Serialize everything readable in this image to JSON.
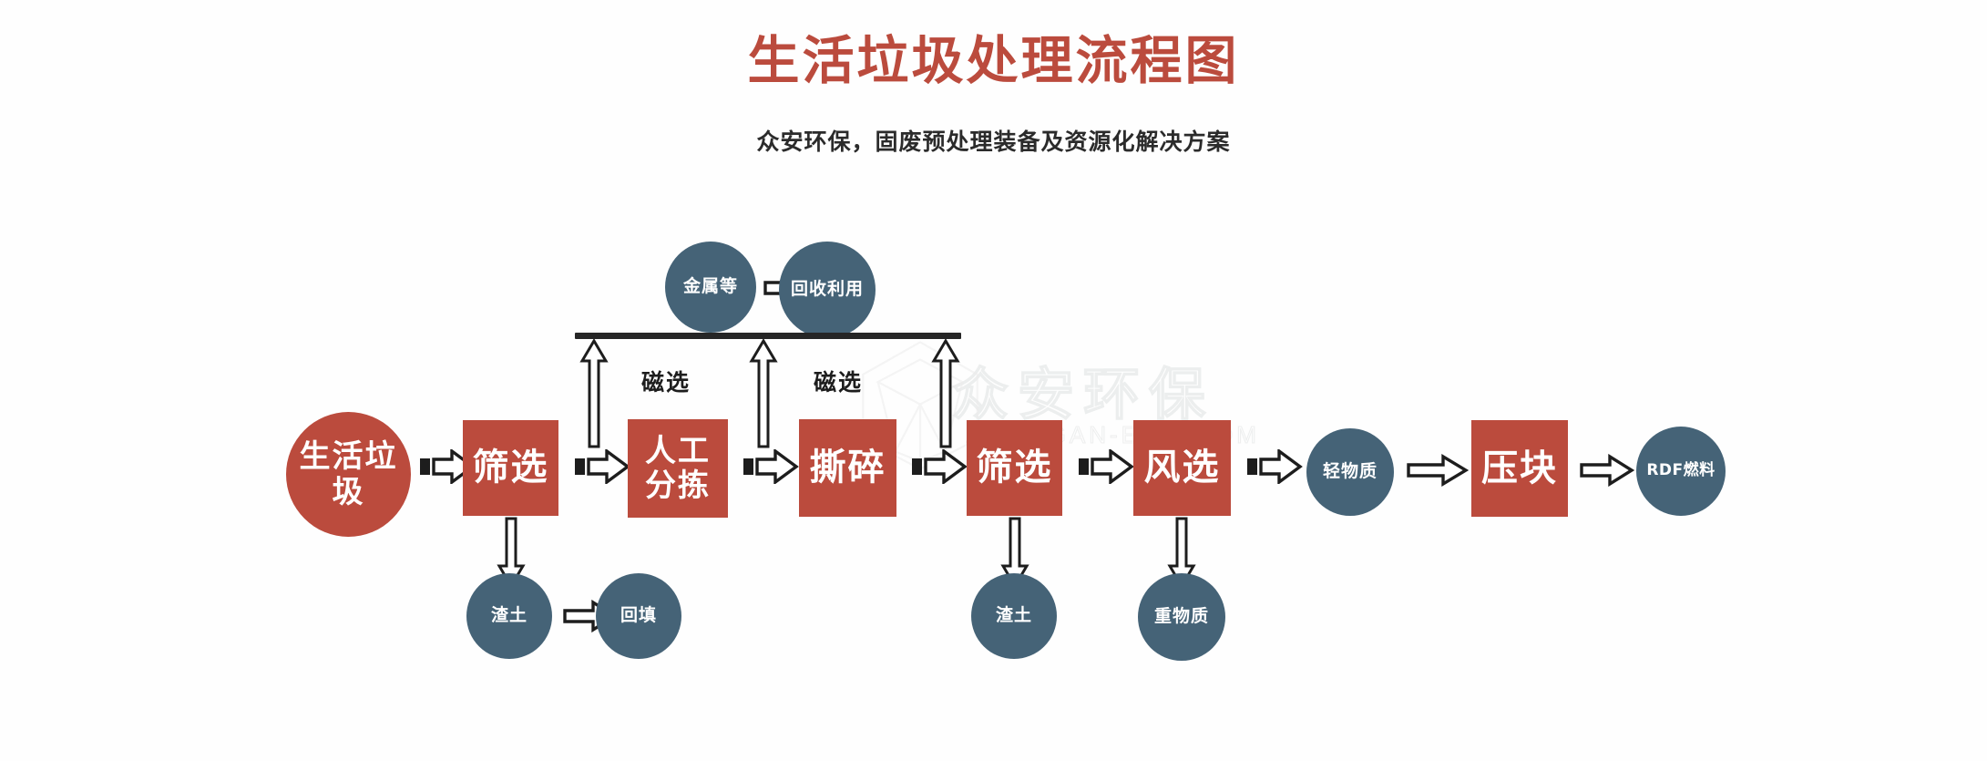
{
  "header": {
    "title": "生活垃圾处理流程图",
    "subtitle": "众安环保，固废预处理装备及资源化解决方案"
  },
  "watermark": {
    "brand": "众安环保",
    "domain": "ZHONGAN-ECO.COM"
  },
  "colors": {
    "process_red": "#bb4b3d",
    "output_blue": "#456377",
    "arrow_outline": "#1d1d1d",
    "background": "#fefefe",
    "title_red": "#bb4b3d"
  },
  "flow": {
    "input": {
      "label": "生活垃圾",
      "shape": "circle",
      "color": "#bb4b3d"
    },
    "main_steps": [
      {
        "label": "筛选",
        "shape": "box",
        "color": "#bb4b3d"
      },
      {
        "label": "人工\n分拣",
        "line1": "人工",
        "line2": "分拣",
        "shape": "box",
        "color": "#bb4b3d"
      },
      {
        "label": "撕碎",
        "shape": "box",
        "color": "#bb4b3d"
      },
      {
        "label": "筛选",
        "shape": "box",
        "color": "#bb4b3d"
      },
      {
        "label": "风选",
        "shape": "box",
        "color": "#bb4b3d"
      },
      {
        "label": "轻物质",
        "shape": "circle",
        "color": "#456377"
      },
      {
        "label": "压块",
        "shape": "box",
        "color": "#bb4b3d"
      },
      {
        "label": "RDF燃料",
        "shape": "circle",
        "color": "#456377"
      }
    ],
    "recovery_branch": {
      "stage_labels": [
        "磁选",
        "磁选"
      ],
      "collected": {
        "label": "金属等",
        "shape": "circle",
        "color": "#456377"
      },
      "destination": {
        "label": "回收利用",
        "shape": "circle",
        "color": "#456377"
      }
    },
    "residue_branch": [
      {
        "label": "渣土",
        "shape": "circle",
        "color": "#456377",
        "from": "筛选"
      },
      {
        "label": "回填",
        "shape": "circle",
        "color": "#456377",
        "from": "渣土"
      },
      {
        "label": "渣土",
        "shape": "circle",
        "color": "#456377",
        "from": "筛选"
      },
      {
        "label": "重物质",
        "shape": "circle",
        "color": "#456377",
        "from": "风选"
      }
    ]
  }
}
